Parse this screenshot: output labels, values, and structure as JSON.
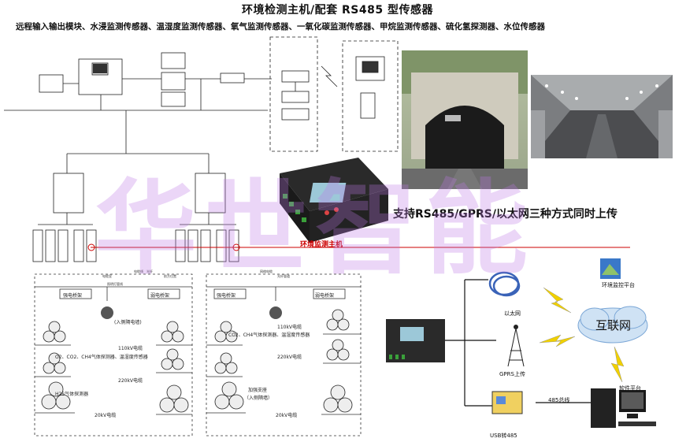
{
  "title": "环境检测主机/配套 RS485 型传感器",
  "subtitle": "远程输入输出模块、水浸监测传感器、温湿度监测传感器、氧气监测传感器、一氧化碳监测传感器、甲烷监测传感器、硫化氢探测器、水位传感器",
  "upload_text": "支持RS485/GPRS/以太网三种方式同时上传",
  "host_label": "环境监测主机",
  "watermark": "华世智能",
  "network": {
    "ethernet": "以太网",
    "gprs": "GPRS上传",
    "internet": "互联网",
    "platform": "环境监控平台",
    "software": "软件平台",
    "bus485": "485总线",
    "usb485": "USB转485"
  },
  "tunnel_section": {
    "left": {
      "tags": [
        "电缆线",
        "光纤",
        "照明灯管线",
        "前方位置",
        "电缆室"
      ],
      "camera_label": "(入侧隔电墙)",
      "gas_label_1": "O2、CO2、CH4气体探测器、温湿度传感器",
      "gas_label_2": "H2S气体探测器",
      "v110": "110kV电缆",
      "v220": "220kV电缆",
      "v20": "20kV电缆",
      "left_box": "强电桥架",
      "right_box": "弱电桥架"
    },
    "right": {
      "tags": [
        "网络电缆",
        "光纤管道"
      ],
      "gas_label": "CO2、CH4气体探测器、温湿度传感器",
      "v110": "110kV电缆",
      "v220": "220kV电缆",
      "v20": "20kV电缆",
      "left_box": "强电桥架",
      "right_box": "弱电桥架",
      "note_1": "加强支座",
      "note_2": "（入侧隔墙）"
    }
  },
  "colors": {
    "watermark": "#be78e6",
    "red": "#cc0000"
  }
}
